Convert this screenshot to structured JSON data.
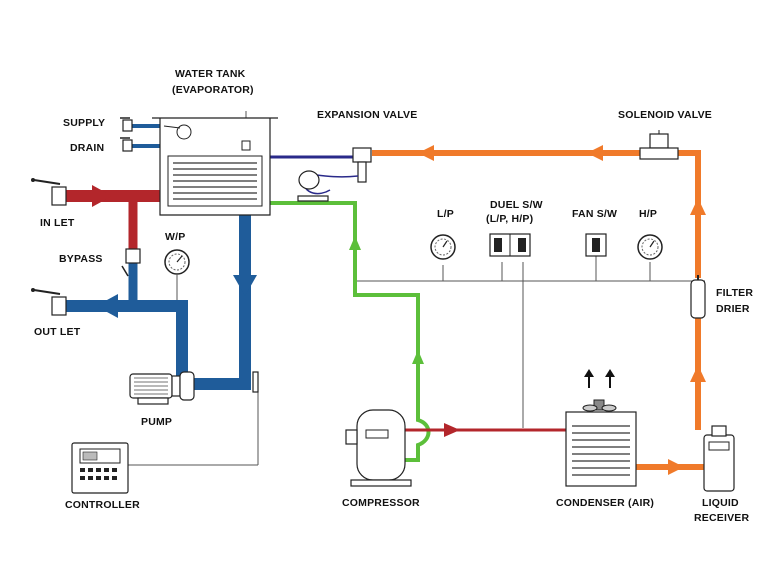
{
  "labels": {
    "water_tank": "WATER TANK",
    "evaporator": "(EVAPORATOR)",
    "supply": "SUPPLY",
    "drain": "DRAIN",
    "in_let": "IN LET",
    "bypass": "BYPASS",
    "out_let": "OUT LET",
    "wp": "W/P",
    "pump": "PUMP",
    "controller": "CONTROLLER",
    "expansion_valve": "EXPANSION VALVE",
    "solenoid_valve": "SOLENOID VALVE",
    "lp": "L/P",
    "duel_sw": "DUEL  S/W",
    "duel_sw_sub": "(L/P, H/P)",
    "fan_sw": "FAN S/W",
    "hp": "H/P",
    "filter": "FILTER",
    "drier": "DRIER",
    "compressor": "COMPRESSOR",
    "condenser": "CONDENSER (AIR)",
    "liquid": "LIQUID",
    "receiver": "RECEIVER"
  },
  "colors": {
    "chilled_water": "#1f5c9a",
    "warm_water_inlet": "#b3262b",
    "hot_gas_discharge": "#b3262b",
    "liquid_refrigerant": "#f07a2a",
    "suction_gas": "#5cbf3a",
    "expansion_line": "#2a2a8a",
    "signal_wire": "#555555"
  },
  "icons": [
    "ball-valve-icon",
    "pressure-gauge-icon",
    "pressure-switch-icon",
    "flow-arrow-icon",
    "fan-icon",
    "float-switch-icon"
  ]
}
